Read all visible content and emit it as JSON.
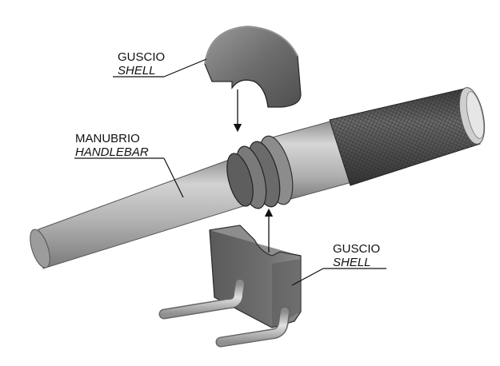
{
  "labels": {
    "top_shell": {
      "primary": "GUSCIO",
      "secondary": "SHELL"
    },
    "handlebar": {
      "primary": "MANUBRIO",
      "secondary": "HANDLEBAR"
    },
    "bottom_shell": {
      "primary": "GUSCIO",
      "secondary": "SHELL"
    }
  },
  "colors": {
    "shell_dark": "#5f5f5f",
    "shell_mid": "#7a7a7a",
    "shell_light": "#9a9a9a",
    "tube_light": "#cfcfcf",
    "tube_mid": "#a9a9a9",
    "tube_dark": "#7b7b7b",
    "grip_dark": "#3f3f3f",
    "grip_mid": "#5b5b5b",
    "line": "#111111"
  }
}
